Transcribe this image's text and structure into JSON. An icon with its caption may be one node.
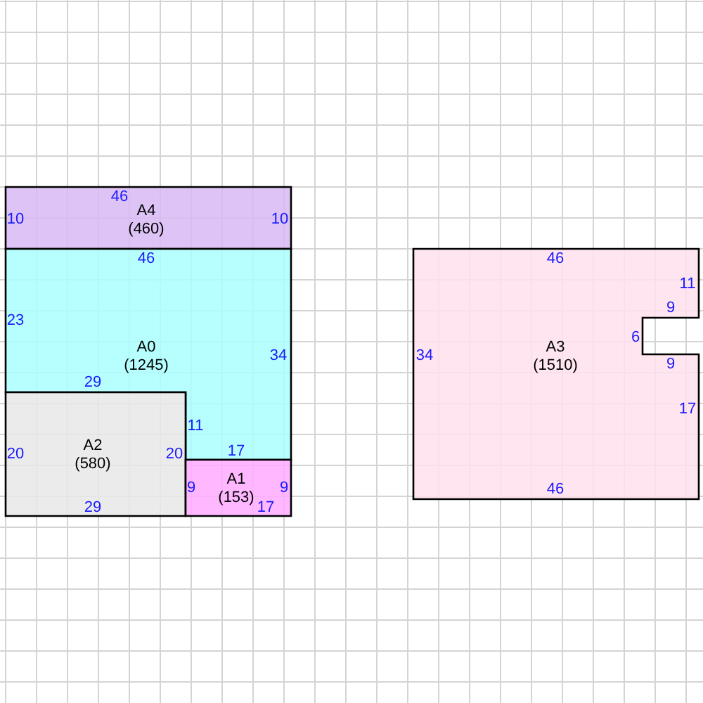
{
  "diagram": {
    "nodes": [
      {
        "text": [
          "A4",
          "(460)",
          "46",
          "10",
          "10"
        ]
      },
      {
        "text": [
          "A0",
          "(1245)",
          "46",
          "23",
          "34",
          "29",
          "11",
          "17"
        ]
      },
      {
        "text": [
          "A2",
          "(580)",
          "20",
          "20",
          "29"
        ]
      },
      {
        "text": [
          "A1",
          "(153)",
          "9",
          "9",
          "17"
        ]
      },
      {
        "text": [
          "A3",
          "(1510)",
          "46",
          "11",
          "9",
          "6",
          "9",
          "17",
          "34",
          "46"
        ]
      }
    ]
  }
}
